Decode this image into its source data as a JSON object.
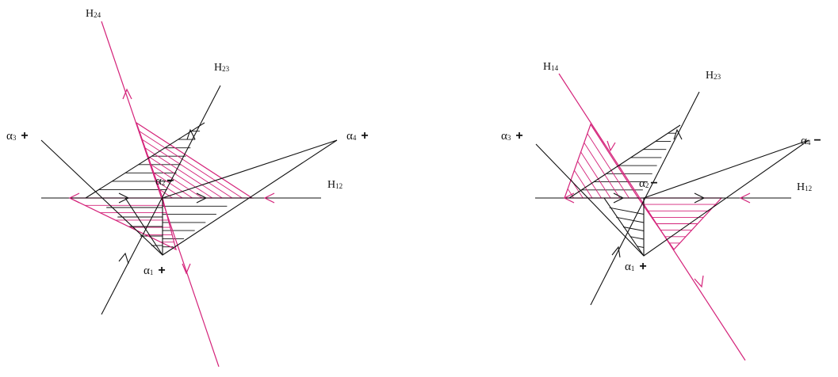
{
  "colors": {
    "ink": "#111111",
    "magenta": "#d4237a",
    "background": "#ffffff"
  },
  "left": {
    "labels": {
      "h24": {
        "main": "H",
        "sub": "24"
      },
      "h23": {
        "main": "H",
        "sub": "23"
      },
      "h12": {
        "main": "H",
        "sub": "12"
      },
      "alpha1": {
        "main": "α",
        "sub": "1",
        "sign": "+"
      },
      "alpha2": {
        "main": "α",
        "sub": "2",
        "sign": "−"
      },
      "alpha3": {
        "main": "α",
        "sub": "3",
        "sign": "+"
      },
      "alpha4": {
        "main": "α",
        "sub": "4",
        "sign": "+"
      }
    }
  },
  "right": {
    "labels": {
      "h14": {
        "main": "H",
        "sub": "14"
      },
      "h23": {
        "main": "H",
        "sub": "23"
      },
      "h12": {
        "main": "H",
        "sub": "12"
      },
      "alpha1": {
        "main": "α",
        "sub": "1",
        "sign": "+"
      },
      "alpha2": {
        "main": "α",
        "sub": "2",
        "sign": "−"
      },
      "alpha3": {
        "main": "α",
        "sub": "3",
        "sign": "+"
      },
      "alpha4": {
        "main": "α",
        "sub": "4",
        "sign": "−"
      }
    }
  }
}
